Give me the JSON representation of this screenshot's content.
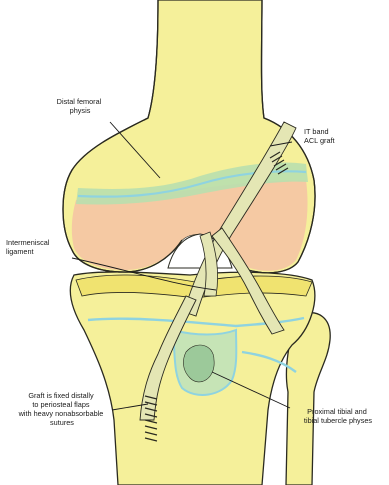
{
  "labels": {
    "distal_femoral_physis": [
      "Distal femoral",
      "physis"
    ],
    "it_band_acl_graft": [
      "IT band",
      "ACL graft"
    ],
    "intermeniscal_ligament": [
      "Intermeniscal",
      "ligament"
    ],
    "graft_fixed_distally": [
      "Graft is fixed distally",
      "to periosteal flaps",
      "with heavy nonabsorbable",
      "sutures"
    ],
    "proximal_tibial_physes": [
      "Proximal tibial and",
      "tibial tubercle physes"
    ]
  },
  "colors": {
    "bone": "#f5f09a",
    "bone_outline": "#2a2a20",
    "cartilage_tint": "#f5c9a3",
    "physis_line": "#8fd3e0",
    "physis_zone": "#b9dfae",
    "graft": "#e4e6b4",
    "meniscus": "#f0e370",
    "tubercle_physis": "#9cc99a"
  }
}
